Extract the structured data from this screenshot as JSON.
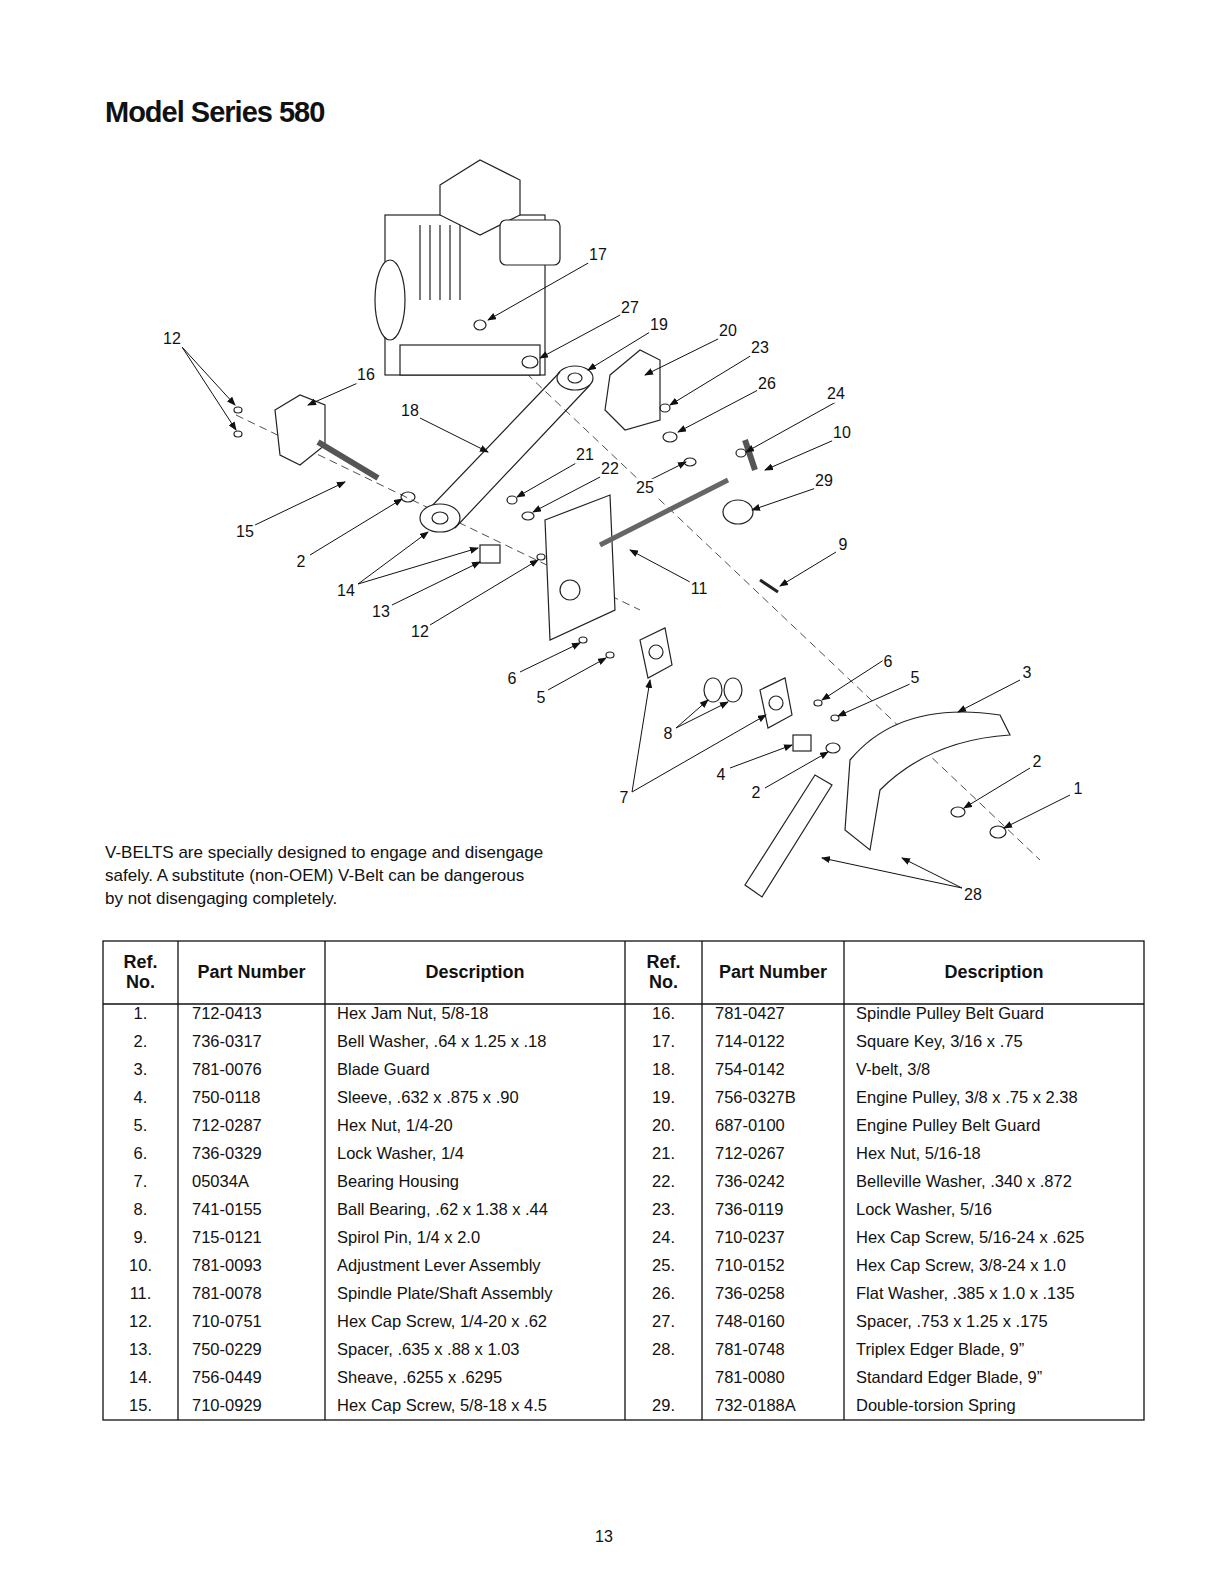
{
  "diagram": {
    "title": "Model Series 580",
    "labels": [
      "17",
      "27",
      "19",
      "20",
      "23",
      "12",
      "16",
      "26",
      "24",
      "18",
      "10",
      "21",
      "22",
      "25",
      "29",
      "15",
      "2",
      "14",
      "11",
      "9",
      "13",
      "12",
      "6",
      "3",
      "5",
      "6",
      "5",
      "8",
      "4",
      "2",
      "7",
      "2",
      "1",
      "28",
      "V-BELTS are specially designed to engage and disengage safely. A substitute (non-OEM) V-Belt can be dangerous by not disengaging completely.",
      "Ref. No.",
      "Part Number",
      "Description",
      "Ref. No.",
      "Part Number",
      "Description",
      "1.",
      "712-0413",
      "Hex Jam Nut, 5/8-18",
      "16.",
      "781-0427",
      "Spindle Pulley Belt Guard",
      "2.",
      "736-0317",
      "Bell Washer, .64 x 1.25 x .18",
      "17.",
      "714-0122",
      "Square Key, 3/16 x .75",
      "3.",
      "781-0076",
      "Blade Guard",
      "18.",
      "754-0142",
      "V-belt, 3/8",
      "4.",
      "750-0118",
      "Sleeve, .632 x .875 x .90",
      "19.",
      "756-0327B",
      "Engine Pulley, 3/8 x .75 x 2.38",
      "5.",
      "712-0287",
      "Hex Nut, 1/4-20",
      "20.",
      "687-0100",
      "Engine Pulley Belt Guard",
      "6.",
      "736-0329",
      "Lock Washer, 1/4",
      "21.",
      "712-0267",
      "Hex Nut, 5/16-18",
      "7.",
      "05034A",
      "Bearing Housing",
      "22.",
      "736-0242",
      "Belleville Washer, .340 x .872",
      "8.",
      "741-0155",
      "Ball Bearing, .62 x 1.38 x .44",
      "23.",
      "736-0119",
      "Lock Washer, 5/16",
      "9.",
      "715-0121",
      "Spirol Pin, 1/4 x 2.0",
      "24.",
      "710-0237",
      "Hex Cap Screw, 5/16-24 x .625",
      "10.",
      "781-0093",
      "Adjustment Lever Assembly",
      "25.",
      "710-0152",
      "Hex Cap Screw, 3/8-24 x 1.0",
      "11.",
      "781-0078",
      "Spindle Plate/Shaft Assembly",
      "26.",
      "736-0258",
      "Flat Washer, .385 x 1.0 x .135",
      "12.",
      "710-0751",
      "Hex Cap Screw, 1/4-20 x .62",
      "27.",
      "748-0160",
      "Spacer, .753 x 1.25 x .175",
      "13.",
      "750-0229",
      "Spacer, .635 x .88 x 1.03",
      "28.",
      "781-0748",
      "Triplex Edger Blade, 9”",
      "14.",
      "756-0449",
      "Sheave, .6255 x .6295",
      "781-0080",
      "Standard Edger Blade, 9”",
      "15.",
      "710-0929",
      "Hex Cap Screw, 5/8-18 x 4.5",
      "29.",
      "732-0188A",
      "Double-torsion Spring",
      "13"
    ]
  }
}
